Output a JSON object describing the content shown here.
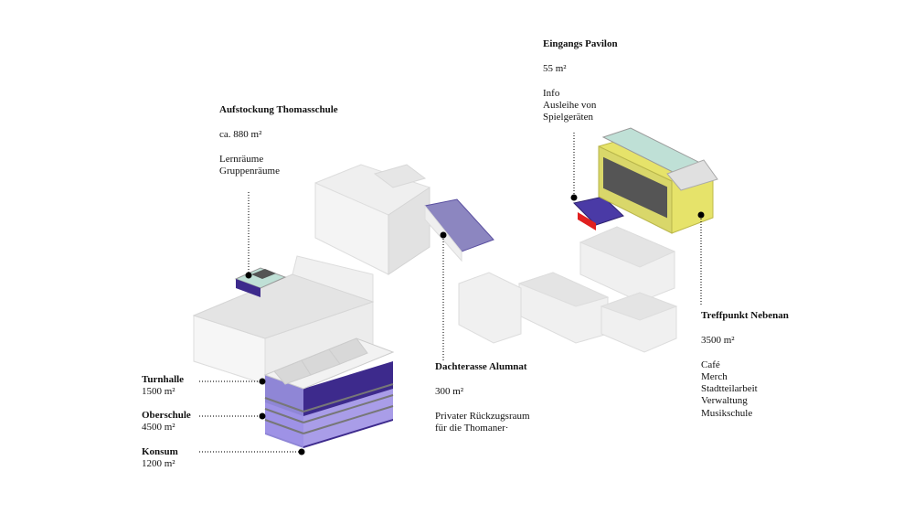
{
  "annotations": {
    "aufstockung": {
      "title": "Aufstockung Thomasschule",
      "area": "ca. 880 m²",
      "uses": [
        "Lernräume",
        "Gruppenräume"
      ]
    },
    "eingang": {
      "title": "Eingangs Pavilon",
      "area": "55 m²",
      "uses": [
        "Info",
        "Ausleihe von",
        "Spielgeräten"
      ]
    },
    "treffpunkt": {
      "title": "Treffpunkt Nebenan",
      "area": "3500 m²",
      "uses": [
        "Café",
        "Merch",
        "Stadtteilarbeit",
        "Verwaltung",
        "Musikschule"
      ]
    },
    "dachterasse": {
      "title": "Dachterasse Alumnat",
      "area": "300 m²",
      "uses": [
        "Privater Rückzugsraum",
        "für die Thomaner·"
      ]
    },
    "turnhalle": {
      "title": "Turnhalle",
      "area": "1500 m²"
    },
    "oberschule": {
      "title": "Oberschule",
      "area": "4500 m²"
    },
    "konsum": {
      "title": "Konsum",
      "area": "1200 m²"
    }
  },
  "colors": {
    "purple": "#3d2a8c",
    "lilac": "#9b8ee0",
    "yellow": "#e6e36a",
    "green_roof": "#bfe0d6",
    "red": "#e02020",
    "grey": "#e8e8e8"
  }
}
